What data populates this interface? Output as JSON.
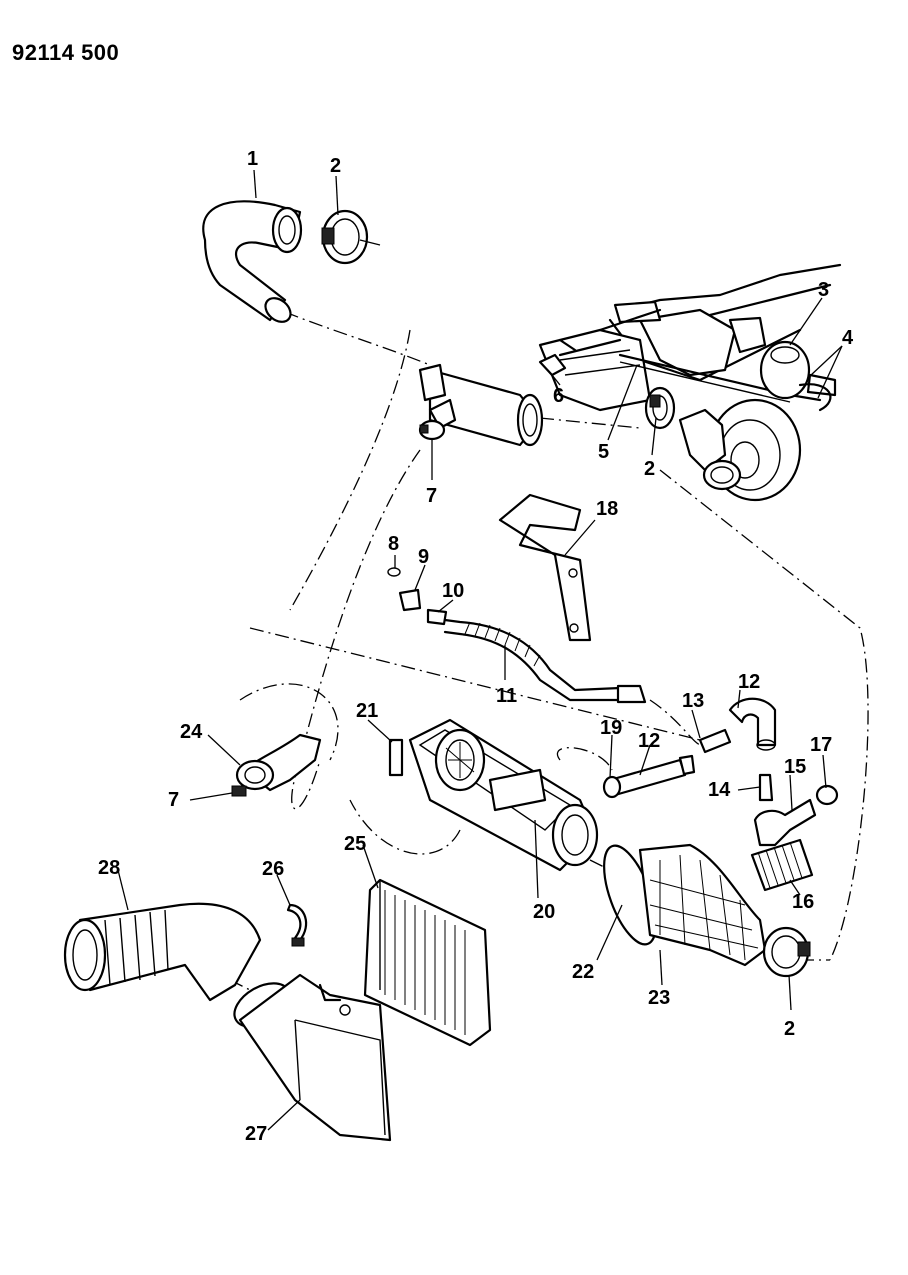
{
  "document": {
    "number": "92114 500"
  },
  "callouts": [
    {
      "id": "c1",
      "label": "1"
    },
    {
      "id": "c2a",
      "label": "2"
    },
    {
      "id": "c3",
      "label": "3"
    },
    {
      "id": "c4",
      "label": "4"
    },
    {
      "id": "c5",
      "label": "5"
    },
    {
      "id": "c2b",
      "label": "2"
    },
    {
      "id": "c6",
      "label": "6"
    },
    {
      "id": "c7a",
      "label": "7"
    },
    {
      "id": "c18",
      "label": "18"
    },
    {
      "id": "c8",
      "label": "8"
    },
    {
      "id": "c9",
      "label": "9"
    },
    {
      "id": "c10",
      "label": "10"
    },
    {
      "id": "c11",
      "label": "11"
    },
    {
      "id": "c12a",
      "label": "12"
    },
    {
      "id": "c13",
      "label": "13"
    },
    {
      "id": "c12b",
      "label": "12"
    },
    {
      "id": "c19",
      "label": "19"
    },
    {
      "id": "c17",
      "label": "17"
    },
    {
      "id": "c15",
      "label": "15"
    },
    {
      "id": "c14",
      "label": "14"
    },
    {
      "id": "c21",
      "label": "21"
    },
    {
      "id": "c24",
      "label": "24"
    },
    {
      "id": "c7b",
      "label": "7"
    },
    {
      "id": "c16",
      "label": "16"
    },
    {
      "id": "c25",
      "label": "25"
    },
    {
      "id": "c28",
      "label": "28"
    },
    {
      "id": "c26",
      "label": "26"
    },
    {
      "id": "c20",
      "label": "20"
    },
    {
      "id": "c22",
      "label": "22"
    },
    {
      "id": "c23",
      "label": "23"
    },
    {
      "id": "c2c",
      "label": "2"
    },
    {
      "id": "c27",
      "label": "27"
    }
  ]
}
